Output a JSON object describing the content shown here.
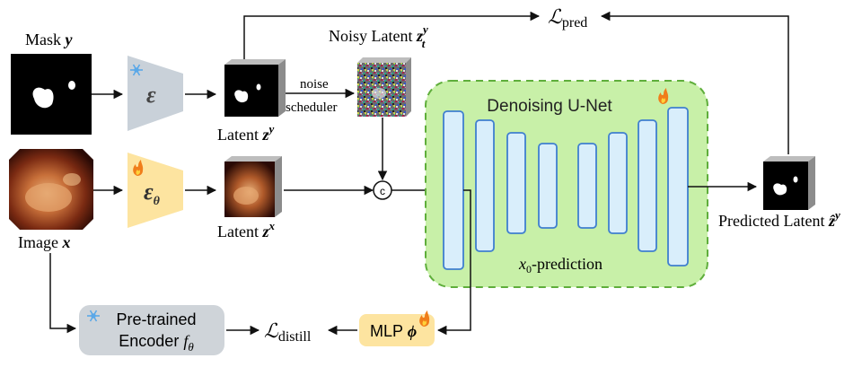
{
  "labels": {
    "mask": "Mask",
    "mask_var": "y",
    "image": "Image",
    "image_var": "x",
    "latent_y": "Latent",
    "latent_y_var": "z",
    "latent_y_sup": "y",
    "latent_x": "Latent",
    "latent_x_var": "z",
    "latent_x_sup": "x",
    "noisy_latent": "Noisy Latent",
    "noisy_var": "z",
    "noisy_sup": "y",
    "noisy_sub": "t",
    "noise_line1": "noise",
    "noise_line2": "scheduler",
    "unet_title": "Denoising U-Net",
    "x0_var": "x",
    "x0_sub": "0",
    "x0_rest": "-prediction",
    "predicted": "Predicted Latent",
    "predicted_var": "ẑ",
    "predicted_sup": "y",
    "loss_pred_L": "ℒ",
    "loss_pred_sub": "pred",
    "loss_distill_L": "ℒ",
    "loss_distill_sub": "distill",
    "encoder_e": "ε",
    "encoder_theta_e": "ε",
    "encoder_theta_sub": "θ",
    "pretrained_line1": "Pre-trained",
    "pretrained_line2": "Encoder",
    "pretrained_f": "f",
    "pretrained_theta": "θ",
    "mlp": "MLP",
    "mlp_phi": "ϕ",
    "concat": "c"
  },
  "colors": {
    "frozen_encoder": "#c9d1d9",
    "trainable_encoder": "#fde4a0",
    "unet_fill": "#c8f0a8",
    "unet_border": "#5fae3b",
    "unet_block_fill": "#d9eefb",
    "unet_block_border": "#3f7fcf",
    "mlp_fill": "#fde4a0",
    "pretrained_fill": "#cfd4d9",
    "flame": "#f07d1a",
    "snowflake": "#5aa8e8"
  },
  "icons": {
    "frozen": "snowflake-icon",
    "trainable": "flame-icon"
  }
}
